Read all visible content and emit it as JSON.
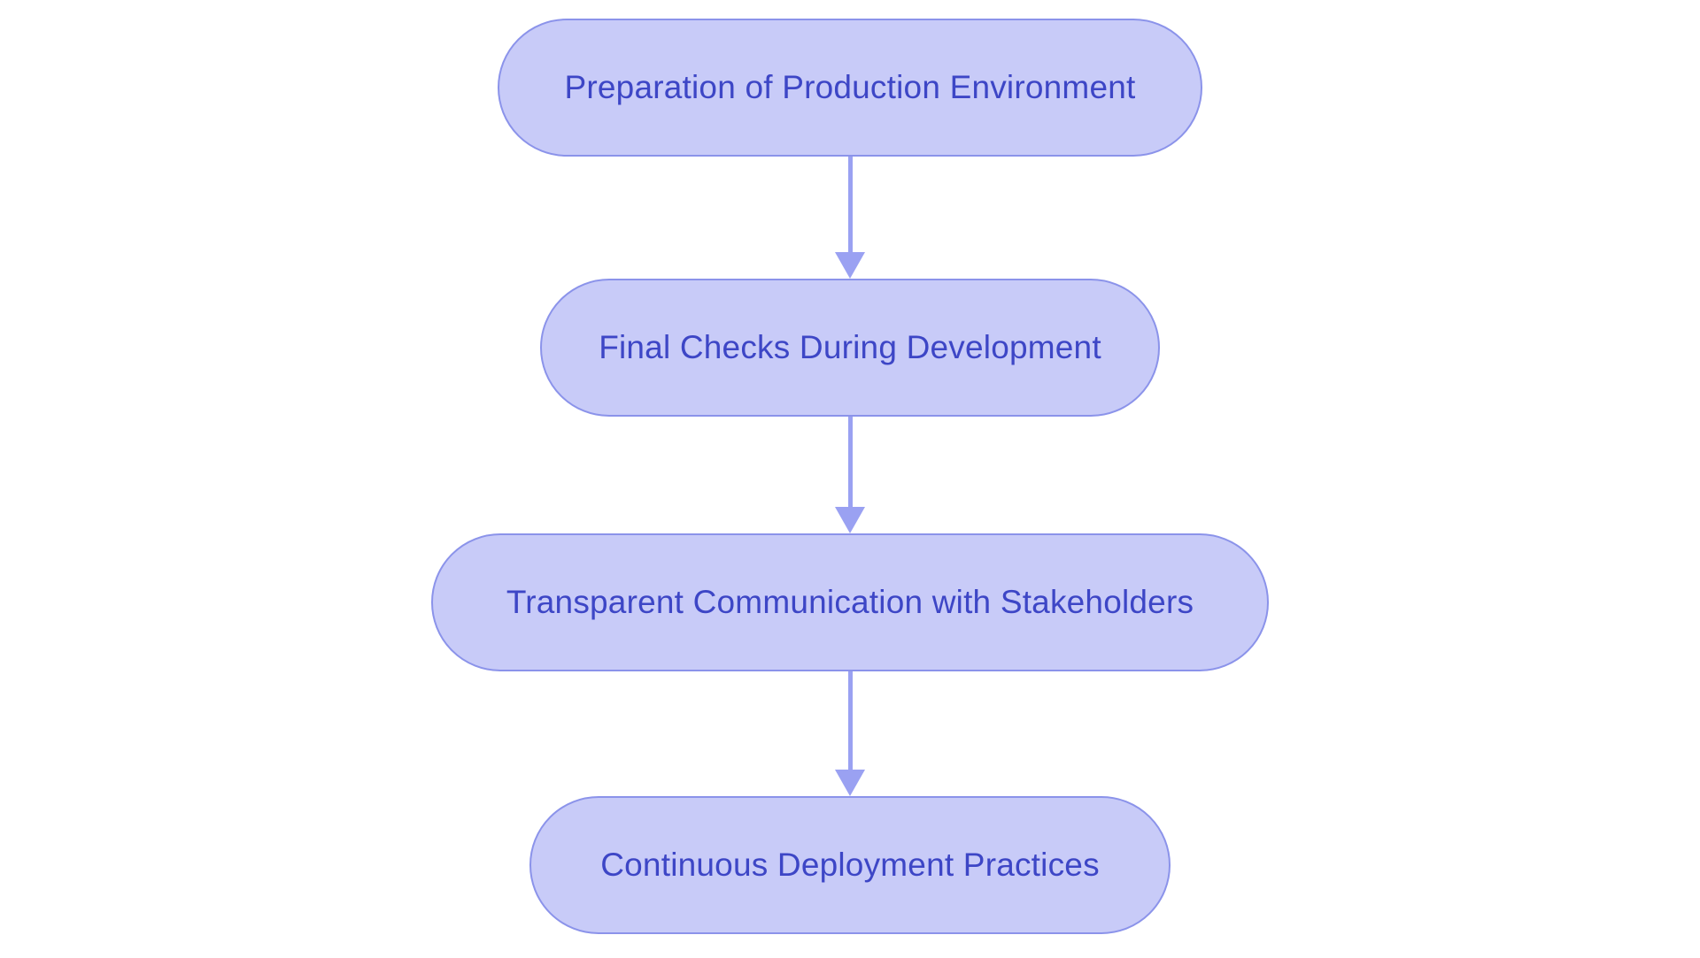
{
  "diagram": {
    "type": "flowchart",
    "direction": "top-down",
    "nodes": [
      {
        "id": "node-1",
        "label": "Preparation of Production Environment"
      },
      {
        "id": "node-2",
        "label": "Final Checks During Development"
      },
      {
        "id": "node-3",
        "label": "Transparent Communication with Stakeholders"
      },
      {
        "id": "node-4",
        "label": "Continuous Deployment Practices"
      }
    ],
    "edges": [
      {
        "from": "node-1",
        "to": "node-2",
        "style": "arrow-down"
      },
      {
        "from": "node-2",
        "to": "node-3",
        "style": "arrow-down"
      },
      {
        "from": "node-3",
        "to": "node-4",
        "style": "arrow-down"
      }
    ]
  },
  "theme": {
    "background": "#ffffff",
    "node_fill": "#c8cbf8",
    "node_border": "#8b93ea",
    "node_text": "#3d46c6",
    "arrow_color": "#9aa1f2"
  }
}
